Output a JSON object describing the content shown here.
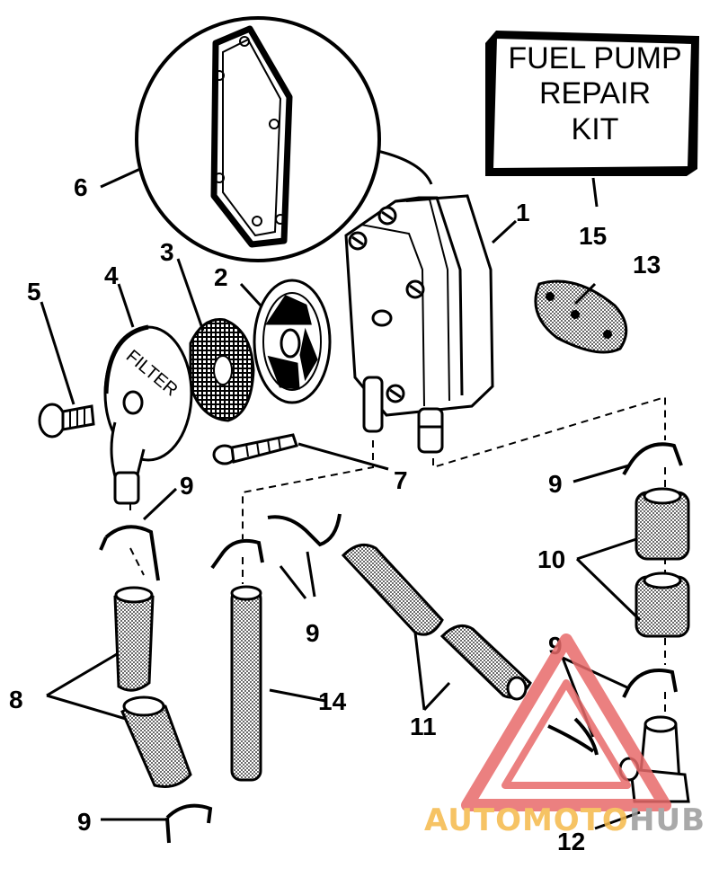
{
  "kit_box": {
    "line1": "FUEL PUMP",
    "line2": "REPAIR",
    "line3": "KIT"
  },
  "filter_cover_text": "FILTER",
  "callouts": {
    "c1": "1",
    "c2": "2",
    "c3": "3",
    "c4": "4",
    "c5": "5",
    "c6": "6",
    "c7": "7",
    "c8": "8",
    "c9a": "9",
    "c9b": "9",
    "c9c": "9",
    "c9d": "9",
    "c9e": "9",
    "c10": "10",
    "c11": "11",
    "c12": "12",
    "c13": "13",
    "c14": "14",
    "c15": "15"
  },
  "watermark": {
    "word1": "AUTOMOTO",
    "word2": "HUB",
    "color_red": "#e86a6a",
    "color_orange": "#f5b94a",
    "color_gray": "#9b9b9b"
  }
}
